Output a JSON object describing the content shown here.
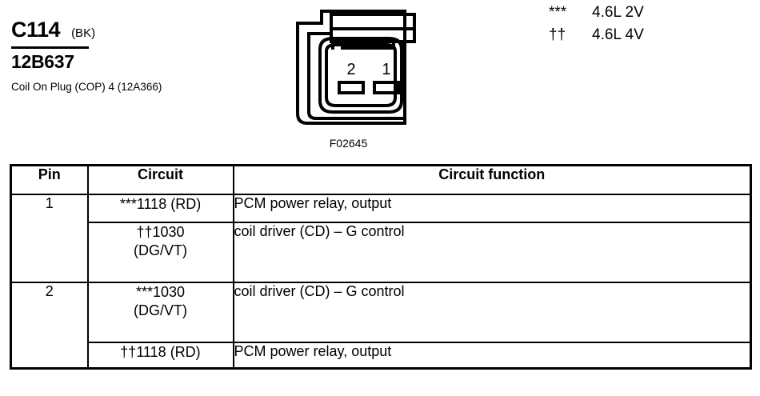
{
  "connector": {
    "code": "C114",
    "color": "(BK)",
    "part_number": "12B637",
    "description": "Coil On Plug (COP) 4 (12A366)",
    "figure_label": "F02645",
    "pin_labels": [
      "2",
      "1"
    ]
  },
  "legend": {
    "rows": [
      {
        "mark": "***",
        "text": "4.6L 2V"
      },
      {
        "mark": "††",
        "text": "4.6L 4V"
      }
    ]
  },
  "table": {
    "headers": {
      "pin": "Pin",
      "circuit": "Circuit",
      "function": "Circuit function"
    },
    "rows": [
      {
        "pin": "1",
        "circuit": "***1118 (RD)",
        "function": "PCM power relay, output"
      },
      {
        "pin": "",
        "circuit": "††1030\n(DG/VT)",
        "function": "coil driver (CD) – G control"
      },
      {
        "pin": "2",
        "circuit": "***1030\n(DG/VT)",
        "function": "coil driver (CD) – G control"
      },
      {
        "pin": "",
        "circuit": "††1118 (RD)",
        "function": "PCM power relay, output"
      }
    ]
  }
}
